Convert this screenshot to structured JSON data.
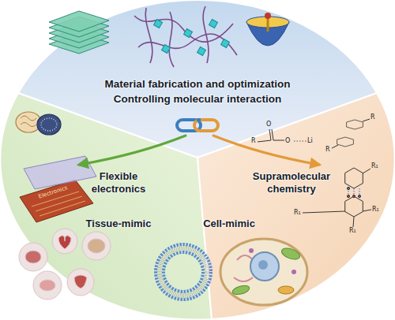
{
  "diagram": {
    "nodes": [
      {
        "text": [
          "Material fabrication and optimization",
          "Controlling molecular interaction"
        ]
      },
      {
        "text": [
          "Flexible electronics",
          "Tissue-mimic"
        ]
      },
      {
        "text": [
          "Supramolecular chemistry",
          "Cell-mimic"
        ]
      }
    ],
    "edges": [
      {
        "from": 0,
        "to": 1,
        "arrow": "to"
      },
      {
        "from": 0,
        "to": 2,
        "arrow": "to"
      }
    ],
    "labels": [
      "Electronics",
      "O",
      "R",
      "O",
      "Li",
      "R",
      "R",
      "R₁",
      "R₁",
      "R₁",
      "R₁"
    ]
  }
}
